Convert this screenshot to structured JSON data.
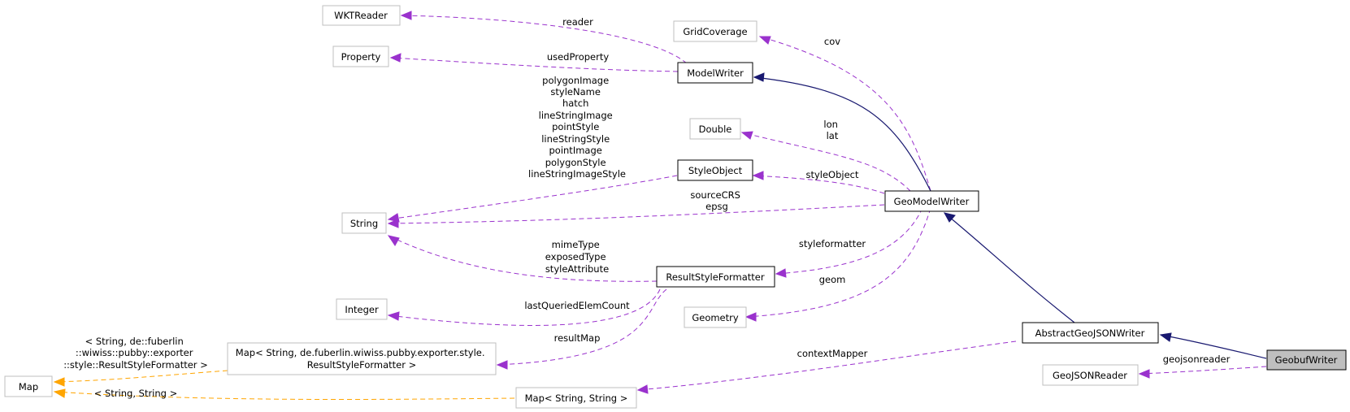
{
  "nodes": {
    "wktreader": "WKTReader",
    "property": "Property",
    "gridcoverage": "GridCoverage",
    "modelwriter": "ModelWriter",
    "double": "Double",
    "styleobject": "StyleObject",
    "string": "String",
    "geomodelwriter": "GeoModelWriter",
    "resultstyleformatter": "ResultStyleFormatter",
    "integer": "Integer",
    "geometry": "Geometry",
    "map_rsf": [
      "Map< String, de.fuberlin.wiwiss.pubby.exporter.style.",
      "ResultStyleFormatter >"
    ],
    "abstractgeojsonwriter": "AbstractGeoJSONWriter",
    "geobufwriter": "GeobufWriter",
    "geojsonreader": "GeoJSONReader",
    "map": "Map",
    "map_ss": "Map< String, String >"
  },
  "edge_labels": {
    "reader": [
      "reader"
    ],
    "usedproperty": [
      "usedProperty"
    ],
    "cov": [
      "cov"
    ],
    "lonlat": [
      "lon",
      "lat"
    ],
    "styleobject": [
      "styleObject"
    ],
    "string_fields": [
      "polygonImage",
      "styleName",
      "hatch",
      "lineStringImage",
      "pointStyle",
      "lineStringStyle",
      "pointImage",
      "polygonStyle",
      "lineStringImageStyle"
    ],
    "sourcecrs": [
      "sourceCRS",
      "epsg"
    ],
    "styleformatter": [
      "styleformatter"
    ],
    "mimetype": [
      "mimeType",
      "exposedType",
      "styleAttribute"
    ],
    "geom": [
      "geom"
    ],
    "lastqueried": [
      "lastQueriedElemCount"
    ],
    "resultmap": [
      "resultMap"
    ],
    "contextmapper": [
      "contextMapper"
    ],
    "geojsonreader": [
      "geojsonreader"
    ],
    "tpl_rsf": [
      "< String, de::fuberlin",
      "::wiwiss::pubby::exporter",
      "::style::ResultStyleFormatter >"
    ],
    "tpl_ss": [
      "< String, String >"
    ]
  },
  "colors": {
    "usage_edge": "#9a32cd",
    "template_edge": "#ffa500",
    "inheritance_edge": "#191970",
    "highlight_node": "#bfbfbf"
  }
}
